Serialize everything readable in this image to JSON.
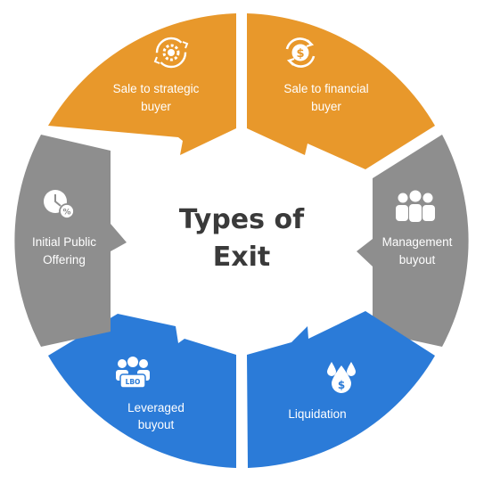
{
  "title": {
    "line1": "Types of",
    "line2": "Exit"
  },
  "colors": {
    "orange": "#E8982B",
    "gray": "#8E8E8E",
    "blue": "#2B7BD8",
    "text_dark": "#3a3a3a",
    "white": "#ffffff"
  },
  "segments": [
    {
      "id": "strategic",
      "lines": [
        "Sale to strategic",
        "buyer"
      ],
      "color": "orange",
      "icon": "gear-cycle-icon"
    },
    {
      "id": "financial",
      "lines": [
        "Sale to financial",
        "buyer"
      ],
      "color": "orange",
      "icon": "dollar-cycle-icon"
    },
    {
      "id": "management",
      "lines": [
        "Management",
        "buyout"
      ],
      "color": "gray",
      "icon": "group-people-icon"
    },
    {
      "id": "liquidation",
      "lines": [
        "Liquidation"
      ],
      "color": "blue",
      "icon": "money-drop-icon"
    },
    {
      "id": "leveraged",
      "lines": [
        "Leveraged",
        "buyout"
      ],
      "color": "blue",
      "icon": "lbo-people-icon",
      "icon_text": "LBO"
    },
    {
      "id": "ipo",
      "lines": [
        "Initial Public",
        "Offering"
      ],
      "color": "gray",
      "icon": "clock-percent-icon"
    }
  ]
}
